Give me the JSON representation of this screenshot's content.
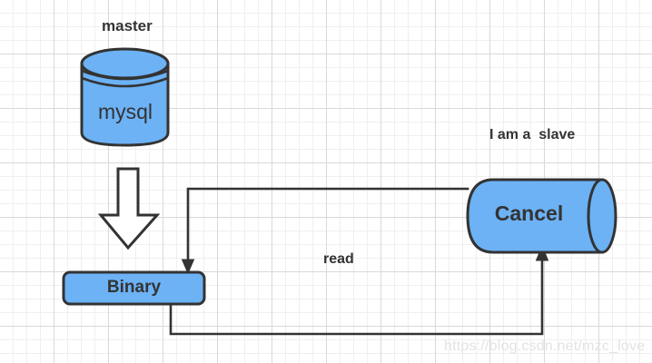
{
  "diagram": {
    "title_labels": {
      "master": "master",
      "slave": "I am a  slave"
    },
    "nodes": [
      {
        "id": "mysql-database",
        "shape": "cylinder-vertical",
        "label": "mysql",
        "fill": "#6cb2f5",
        "stroke": "#333333"
      },
      {
        "id": "binary-log",
        "shape": "rounded-rectangle",
        "label": "Binary",
        "fill": "#6cb2f5",
        "stroke": "#333333"
      },
      {
        "id": "cancel-node",
        "shape": "cylinder-horizontal",
        "label": "Cancel",
        "fill": "#6cb2f5",
        "stroke": "#333333"
      }
    ],
    "connectors": [
      {
        "id": "master-to-binary",
        "style": "block-arrow",
        "label": "",
        "from": "mysql-database",
        "to": "binary-log",
        "fill": "#ffffff",
        "stroke": "#333333"
      },
      {
        "id": "cancel-to-binary",
        "style": "orthogonal-arrow",
        "label": "",
        "from": "cancel-node",
        "to": "binary-log",
        "stroke": "#333333"
      },
      {
        "id": "binary-to-cancel",
        "style": "orthogonal-arrow",
        "label": "read",
        "from": "binary-log",
        "to": "cancel-node",
        "stroke": "#333333"
      }
    ],
    "edge_labels": {
      "read": "read"
    },
    "watermark": "https://blog.csdn.net/mzc_love",
    "colors": {
      "node_fill": "#6cb2f5",
      "stroke": "#333333",
      "background": "#ffffff",
      "grid_minor": "#efefef",
      "grid_major": "#d9d9d9",
      "watermark": "#e3e3e3"
    }
  }
}
